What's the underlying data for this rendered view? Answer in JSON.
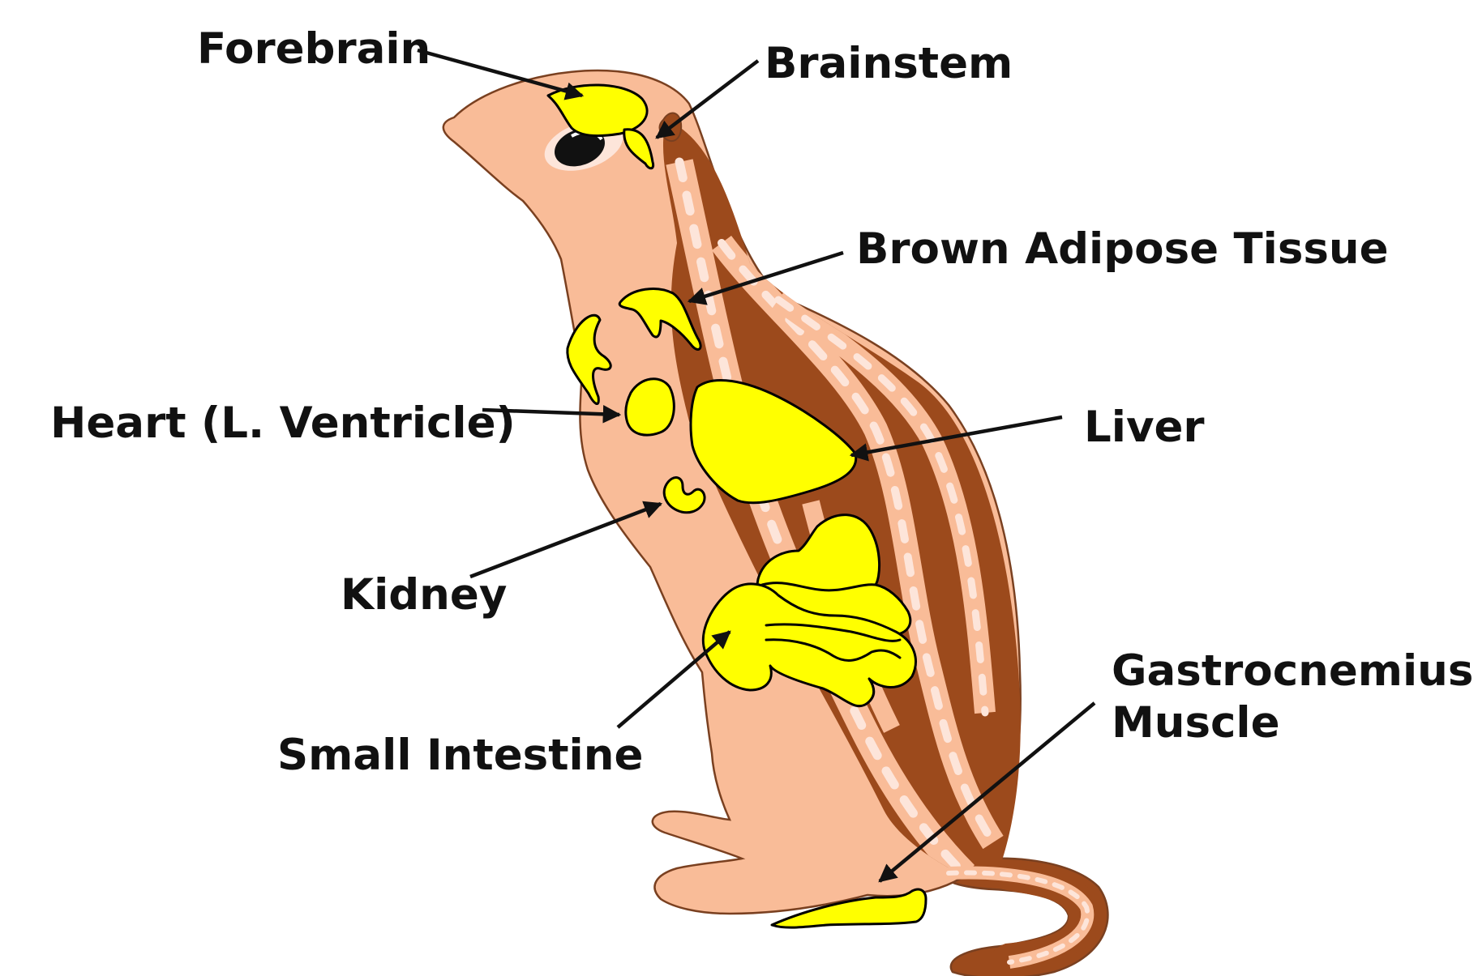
{
  "colors": {
    "body": "#f9bc98",
    "body_outline": "#7a4020",
    "stripe_dark": "#9c4a1c",
    "stripe_light": "#f9bc98",
    "spot": "#fde5da",
    "organ": "#ffff00",
    "label_text": "#111111"
  },
  "labels": {
    "forebrain": "Forebrain",
    "brainstem": "Brainstem",
    "brown_adipose": "Brown Adipose Tissue",
    "heart": "Heart (L. Ventricle)",
    "liver": "Liver",
    "kidney": "Kidney",
    "small_intestine": "Small Intestine",
    "gastrocnemius_line1": "Gastrocnemius",
    "gastrocnemius_line2": "Muscle"
  }
}
